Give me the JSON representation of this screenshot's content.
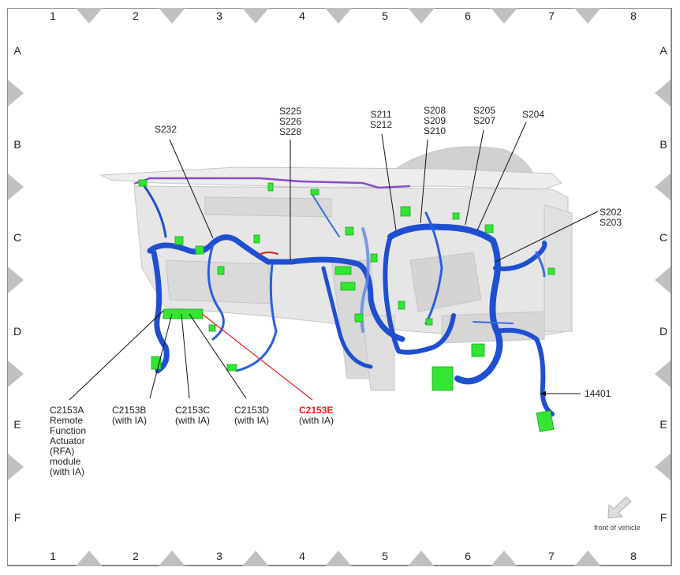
{
  "grid": {
    "columns": [
      "1",
      "2",
      "3",
      "4",
      "5",
      "6",
      "7",
      "8"
    ],
    "rows": [
      "A",
      "B",
      "C",
      "D",
      "E",
      "F"
    ]
  },
  "callouts": {
    "s232": "S232",
    "s225_group": "S225\nS226\nS228",
    "s211_group": "S211\nS212",
    "s208_group": "S208\nS209\nS210",
    "s205_group": "S205\nS207",
    "s204": "S204",
    "s202_group": "S202\nS203",
    "harness": "14401",
    "c2153a": "C2153A\nRemote\nFunction\nActuator\n(RFA)\nmodule\n(with IA)",
    "c2153b": "C2153B\n(with IA)",
    "c2153c": "C2153C\n(with IA)",
    "c2153d": "C2153D\n(with IA)",
    "c2153e_id": "C2153E",
    "c2153e_note": "(with IA)"
  },
  "orientation": {
    "label": "front of vehicle",
    "icon": "arrow-down-left-icon"
  },
  "colors": {
    "frame": "#8a8a8a",
    "grid_marker": "#c0c0c0",
    "harness_blue": "#1f4fd1",
    "harness_dark": "#0c2a8c",
    "connector_green": "#33e633",
    "purple_wire": "#8a4cc8",
    "highlight_red": "#ee1c1c",
    "dashboard_grey": "#dcdcdc"
  }
}
